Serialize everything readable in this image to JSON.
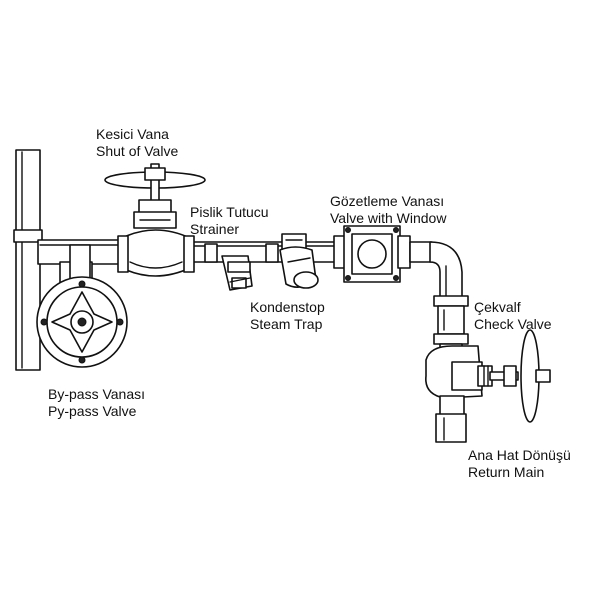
{
  "labels": {
    "shut_off_valve": {
      "tr": "Kesici Vana",
      "en": "Shut of Valve"
    },
    "strainer": {
      "tr": "Pislik Tutucu",
      "en": "Strainer"
    },
    "sight_glass": {
      "tr": "Gözetleme Vanası",
      "en": "Valve with Window"
    },
    "steam_trap": {
      "tr": "Kondenstop",
      "en": "Steam Trap"
    },
    "check_valve": {
      "tr": "Çekvalf",
      "en": "Check Valve"
    },
    "bypass_valve": {
      "tr": "By-pass Vanası",
      "en": "Py-pass Valve"
    },
    "return_main": {
      "tr": "Ana Hat Dönüşü",
      "en": "Return Main"
    }
  },
  "colors": {
    "line": "#111111",
    "fill": "#ffffff",
    "background": "#ffffff"
  }
}
